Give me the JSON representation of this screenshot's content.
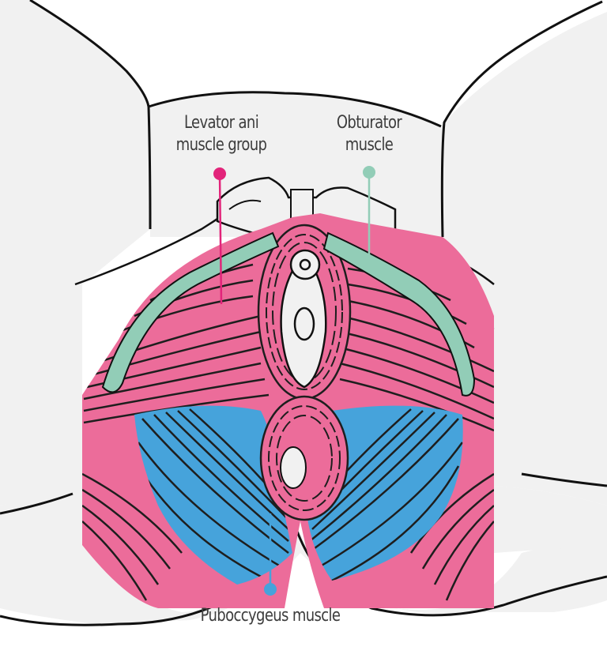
{
  "title": "Pelvic floor muscles diagram",
  "colors": {
    "background": "#ffffff",
    "skin": "#f1f1f1",
    "outline": "#111111",
    "levator_ani": "#ec6c9a",
    "levator_ani_marker": "#e2247a",
    "obturator": "#92cdb7",
    "pubococcygeus": "#46a3db",
    "label_text": "#3d3d3d"
  },
  "labels": [
    {
      "id": "levator-ani",
      "lines": [
        "Levator ani",
        "muscle group"
      ],
      "marker_color": "#e2247a"
    },
    {
      "id": "obturator",
      "lines": [
        "Obturator",
        "muscle"
      ],
      "marker_color": "#92cdb7"
    },
    {
      "id": "pubococcygeus",
      "lines": [
        "Puboccygeus muscle"
      ],
      "marker_color": "#46a3db"
    }
  ]
}
